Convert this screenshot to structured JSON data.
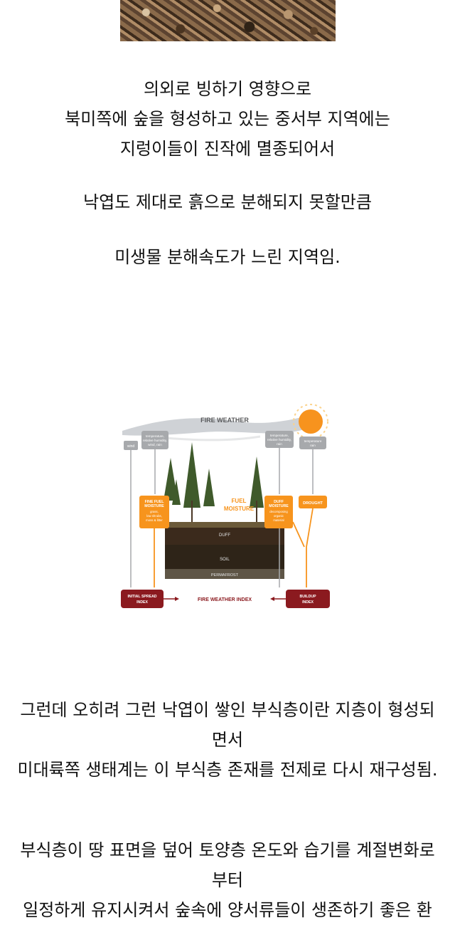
{
  "paragraph1": {
    "lines": [
      "의외로 빙하기 영향으로",
      "북미쪽에 숲을 형성하고 있는 중서부 지역에는",
      "지렁이들이 진작에 멸종되어서"
    ]
  },
  "paragraph2": {
    "lines": [
      "낙엽도 제대로 흙으로 분해되지 못할만큼"
    ]
  },
  "paragraph3": {
    "lines": [
      "미생물 분해속도가 느린 지역임."
    ]
  },
  "diagram": {
    "fire_weather": "FIRE WEATHER",
    "wind": "wind",
    "left_inputs": [
      "temperature,",
      "relative humidity,",
      "wind, rain"
    ],
    "mid_inputs": [
      "temperature,",
      "relative humidity,",
      "rain"
    ],
    "right_inputs": [
      "temperature",
      "rain"
    ],
    "fine_fuel": {
      "title": [
        "FINE FUEL",
        "MOISTURE"
      ],
      "sub": [
        "grass,",
        "low shrubs,",
        "moss & litter"
      ]
    },
    "fuel_moisture": [
      "FUEL",
      "MOISTURE"
    ],
    "duff_moisture": {
      "title": [
        "DUFF",
        "MOISTURE"
      ],
      "sub": [
        "decomposing",
        "organic",
        "material"
      ]
    },
    "drought": "DROUGHT",
    "layers": {
      "duff": "DUFF",
      "soil": "SOIL",
      "permafrost": "PERMAFROST"
    },
    "initial_spread": [
      "INITIAL SPREAD",
      "INDEX"
    ],
    "fire_weather_index": "FIRE WEATHER INDEX",
    "buildup": [
      "BUILDUP",
      "INDEX"
    ],
    "colors": {
      "orange": "#f7941d",
      "maroon": "#8b1a1f",
      "gray": "#a7a9ac",
      "sun": "#f7931e"
    }
  },
  "paragraph4": {
    "lines": [
      "그런데 오히려 그런 낙엽이 쌓인 부식층이란 지층이 형성되",
      "면서",
      "미대륙쪽 생태계는 이 부식층 존재를 전제로 다시 재구성됨."
    ]
  },
  "paragraph5": {
    "lines": [
      "부식층이 땅 표면을 덮어 토양층 온도와 습기를 계절변화로",
      "부터",
      "일정하게 유지시켜서 숲속에 양서류들이 생존하기 좋은 환"
    ]
  }
}
